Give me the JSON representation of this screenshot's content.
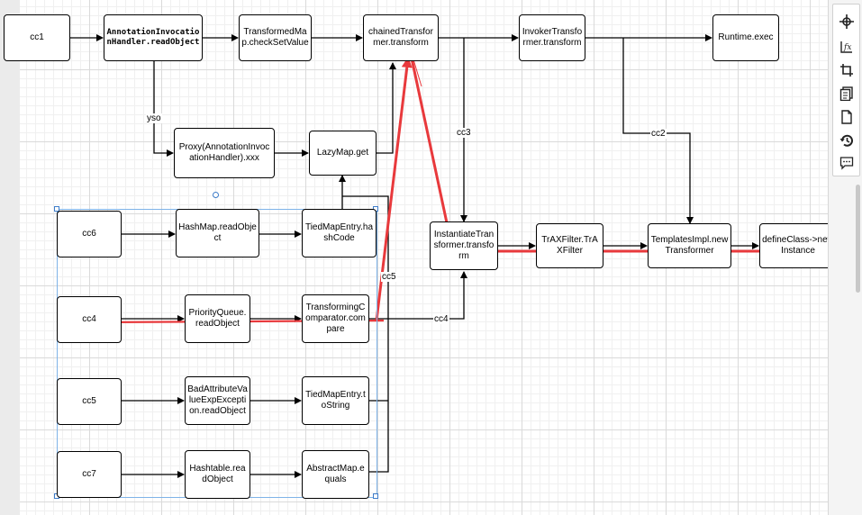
{
  "colors": {
    "accent_red": "#e8393c",
    "selection": "#3d7cc9"
  },
  "nodes": {
    "cc1": "cc1",
    "annotation_readobject": "AnnotationInvocationHandler.readObject",
    "transformed_map": "TransformedMap.checkSetValue",
    "chained_transformer": "chainedTransformer.transform",
    "invoker_transformer": "InvokerTransformer.transform",
    "runtime_exec": "Runtime.exec",
    "proxy_handler": "Proxy(AnnotationInvocationHandler).xxx",
    "lazymap_get": "LazyMap.get",
    "cc6": "cc6",
    "hashmap_readobject": "HashMap.readObject",
    "tiedmapentry_hashcode": "TiedMapEntry.hashCode",
    "cc4": "cc4",
    "priorityqueue_readobject": "PriorityQueue.readObject",
    "transforming_comparator": "TransformingComparator.compare",
    "cc5": "cc5",
    "badattribute_readobject": "BadAttributeValueExpException.readObject",
    "tiedmapentry_tostring": "TiedMapEntry.toString",
    "cc7": "cc7",
    "hashtable_readobject": "Hashtable.readObject",
    "abstractmap_equals": "AbstractMap.equals",
    "instantiate_transformer": "InstantiateTransformer.transform",
    "traxfilter": "TrAXFilter.TrAXFilter",
    "templatesimpl": "TemplatesImpl.newTransformer",
    "define_class": "defineClass->newInstance"
  },
  "edge_labels": {
    "yso": "yso",
    "cc3": "cc3",
    "cc2": "cc2",
    "cc5": "cc5",
    "cc4": "cc4"
  },
  "toolbar_icons": [
    "crosshair-icon",
    "function-icon",
    "crop-icon",
    "pages-icon",
    "page-icon",
    "history-icon",
    "comment-icon"
  ]
}
